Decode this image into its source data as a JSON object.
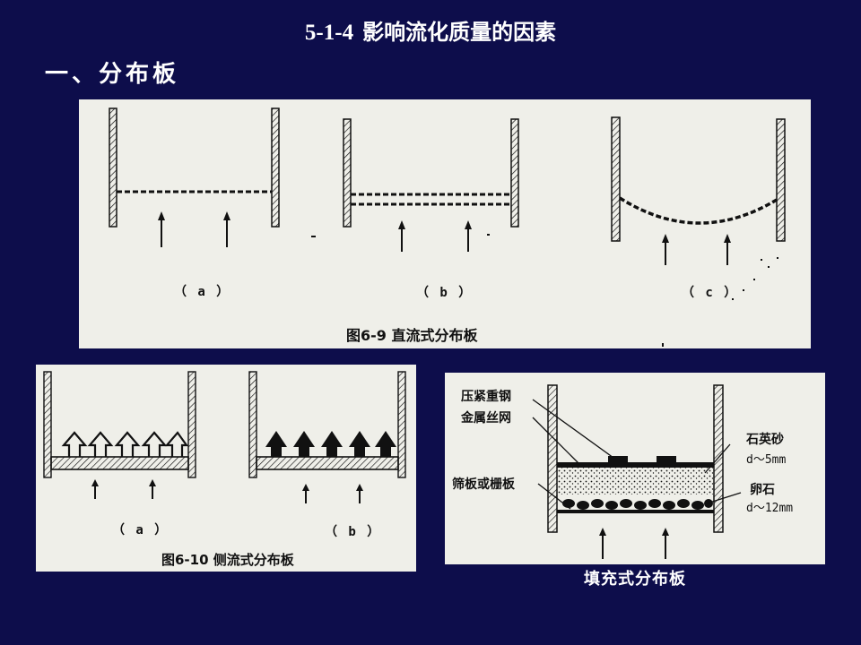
{
  "slide": {
    "number": "5-1-4",
    "title": "影响流化质量的因素",
    "section_heading": "一、分布板"
  },
  "figure_direct": {
    "caption": "图6-9   直流式分布板",
    "labels": [
      "（ a ）",
      "（ b ）",
      "（ c ）"
    ]
  },
  "figure_side": {
    "caption": "图6-10   侧流式分布板",
    "labels": [
      "（ a ）",
      "（ b ）"
    ]
  },
  "figure_packed": {
    "callouts": {
      "press_steel": "压紧重钢",
      "wire_mesh": "金属丝网",
      "sieve_plate": "筛板或栅板",
      "quartz_sand": "石英砂",
      "quartz_size": "d～5mm",
      "pebble": "卵石",
      "pebble_size": "d～12mm"
    },
    "caption": "填充式分布板"
  }
}
